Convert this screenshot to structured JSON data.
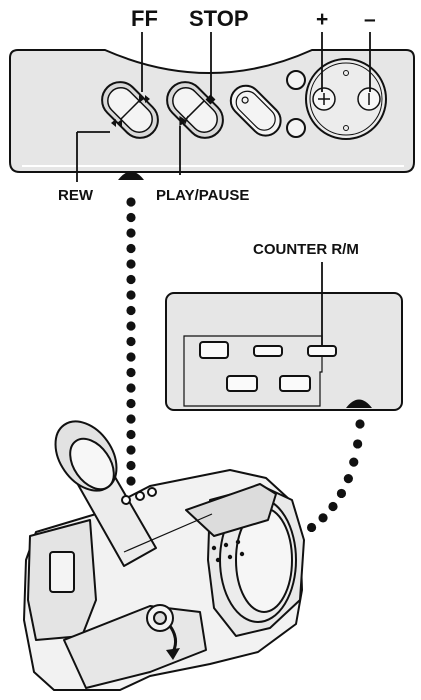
{
  "labels": {
    "ff": "FF",
    "stop": "STOP",
    "plus": "+",
    "minus": "–",
    "rew": "REW",
    "play_pause": "PLAY/PAUSE",
    "counter_rm": "COUNTER R/M"
  },
  "colors": {
    "panel_fill": "#e6e6e6",
    "ink": "#111111",
    "highlight": "#ffffff"
  },
  "icons": {
    "rew_button": "rewind-icon",
    "ff_button": "fast-forward-icon",
    "stop_button": "stop-icon",
    "play_pause_button": "play-pause-icon",
    "rec_button": "record-icon",
    "plus_button": "plus-icon",
    "minus_button": "minus-icon"
  }
}
